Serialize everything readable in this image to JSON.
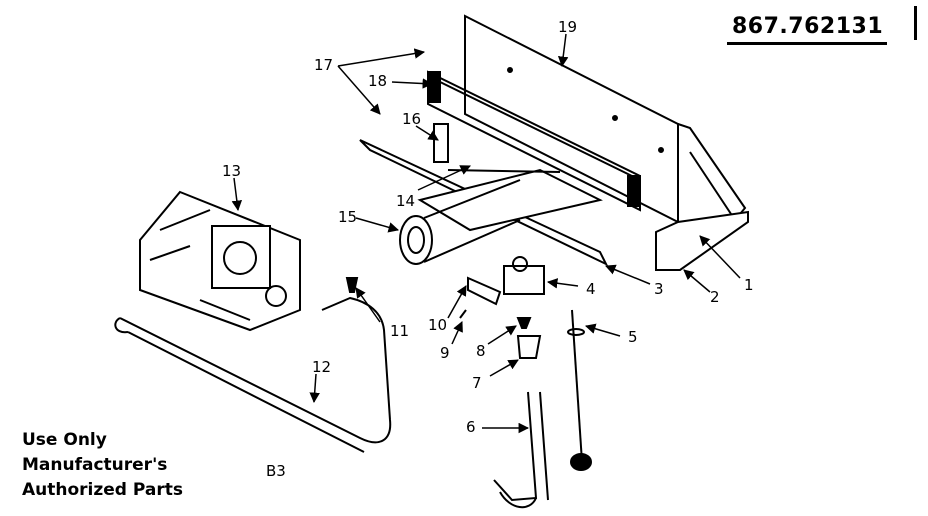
{
  "header": {
    "model_number": "867.762131"
  },
  "footer": {
    "notice_lines": [
      "Use Only",
      "Manufacturer's",
      "Authorized Parts"
    ],
    "page_code": "B3"
  },
  "callouts": [
    {
      "id": "1",
      "label": "1"
    },
    {
      "id": "2",
      "label": "2"
    },
    {
      "id": "3",
      "label": "3"
    },
    {
      "id": "4",
      "label": "4"
    },
    {
      "id": "5",
      "label": "5"
    },
    {
      "id": "6",
      "label": "6"
    },
    {
      "id": "7",
      "label": "7"
    },
    {
      "id": "8",
      "label": "8"
    },
    {
      "id": "9",
      "label": "9"
    },
    {
      "id": "10",
      "label": "10"
    },
    {
      "id": "11",
      "label": "11"
    },
    {
      "id": "12",
      "label": "12"
    },
    {
      "id": "13",
      "label": "13"
    },
    {
      "id": "14",
      "label": "14"
    },
    {
      "id": "15",
      "label": "15"
    },
    {
      "id": "16",
      "label": "16"
    },
    {
      "id": "17",
      "label": "17"
    },
    {
      "id": "18",
      "label": "18"
    },
    {
      "id": "19",
      "label": "19"
    }
  ]
}
